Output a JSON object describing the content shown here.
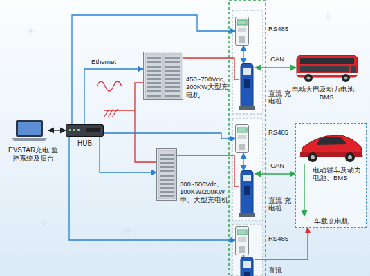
{
  "diagram": {
    "nodes": [
      {
        "text": [
          "EVSTAR充电 监控系统及后台"
        ]
      },
      {
        "text": [
          "HUB"
        ]
      },
      {
        "text": [
          "450~700Vdc, 200KW大型充电机"
        ]
      },
      {
        "text": [
          "300~500Vdc, 100KW/200KW 中、大型充电机"
        ]
      },
      {
        "text": [
          "RS485"
        ]
      },
      {
        "text": [
          "直流 充电桩"
        ]
      },
      {
        "text": [
          "RS485"
        ]
      },
      {
        "text": [
          "直流 充电桩"
        ]
      },
      {
        "text": [
          "RS485"
        ]
      },
      {
        "text": [
          "直流"
        ]
      },
      {
        "text": [
          "电动大巴及动力电池、BMS"
        ]
      },
      {
        "text": [
          "电动轿车及动力电池、BMS",
          "车载充电机"
        ]
      }
    ],
    "edges": [
      {
        "from": 0,
        "to": 1,
        "arrow": "both"
      },
      {
        "from": 1,
        "to": 2,
        "label": "Ethernet",
        "arrow": "to"
      },
      {
        "from": 1,
        "to": 4,
        "arrow": "to"
      },
      {
        "from": 1,
        "to": 3,
        "arrow": "to"
      },
      {
        "from": 1,
        "to": 6,
        "arrow": "to"
      },
      {
        "from": 1,
        "to": 8,
        "arrow": "to"
      },
      {
        "from": 2,
        "to": 5,
        "arrow": "none"
      },
      {
        "from": 3,
        "to": 7,
        "arrow": "none"
      },
      {
        "from": 5,
        "to": 10,
        "label": "CAN",
        "arrow": "both"
      },
      {
        "from": 7,
        "to": 11,
        "label": "CAN",
        "arrow": "both"
      },
      {
        "from": 9,
        "to": 11,
        "arrow": "to"
      },
      {
        "from": 4,
        "to": 5,
        "arrow": "both"
      },
      {
        "from": 6,
        "to": 7,
        "arrow": "both"
      },
      {
        "from": 8,
        "to": 9,
        "arrow": "both"
      }
    ]
  }
}
